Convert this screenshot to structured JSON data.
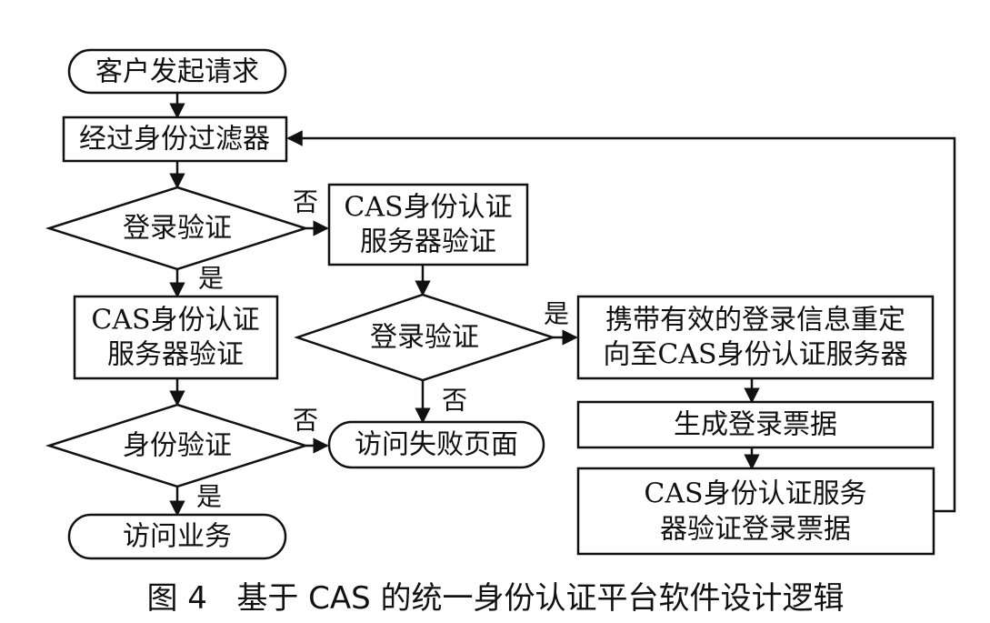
{
  "nodes": {
    "start": "客户发起请求",
    "filter": "经过身份过滤器",
    "login_check_1": "登录验证",
    "cas_verify_left_l1": "CAS身份认证",
    "cas_verify_left_l2": "服务器验证",
    "identity_check": "身份验证",
    "access_business": "访问业务",
    "cas_verify_mid_l1": "CAS身份认证",
    "cas_verify_mid_l2": "服务器验证",
    "login_check_2": "登录验证",
    "access_fail": "访问失败页面",
    "redirect_l1": "携带有效的登录信息重定",
    "redirect_l2": "向至CAS身份认证服务器",
    "gen_ticket": "生成登录票据",
    "ticket_verify_l1": "CAS身份认证服务",
    "ticket_verify_l2": "器验证登录票据"
  },
  "edge_labels": {
    "login1_no": "否",
    "login1_yes": "是",
    "identity_no": "否",
    "identity_yes": "是",
    "login2_yes": "是",
    "login2_no": "否"
  },
  "caption": "图 4   基于 CAS 的统一身份认证平台软件设计逻辑"
}
